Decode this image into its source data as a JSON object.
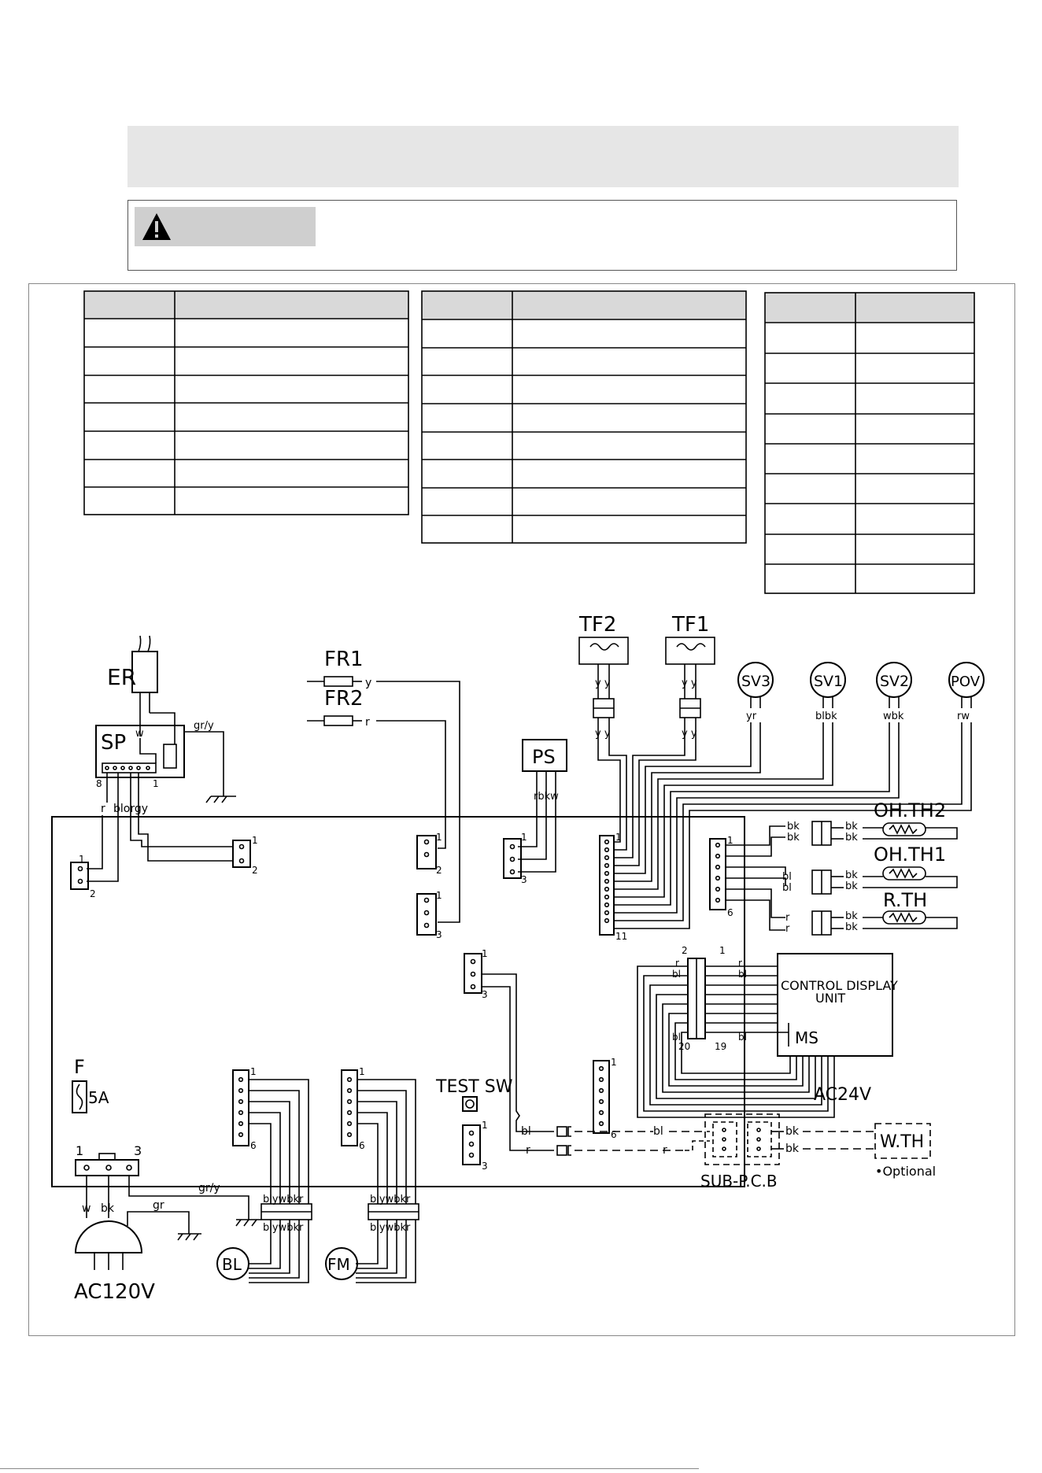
{
  "labels": {
    "ER": "ER",
    "SP": "SP",
    "FR1": "FR1",
    "FR2": "FR2",
    "TF2": "TF2",
    "TF1": "TF1",
    "SV3": "SV3",
    "SV1": "SV1",
    "SV2": "SV2",
    "POV": "POV",
    "PS": "PS",
    "OHTH2": "OH.TH2",
    "OHTH1": "OH.TH1",
    "RTH": "R.TH",
    "CDU1": "CONTROL DISPLAY",
    "CDU2": "UNIT",
    "MS": "MS",
    "F": "F",
    "FUSE": "5A",
    "TESTSW": "TEST SW",
    "AC120V": "AC120V",
    "AC24V": "AC24V",
    "WTH": "W.TH",
    "SUBPCB": "SUB-P.C.B",
    "OPTIONAL": "•Optional",
    "BL": "BL",
    "FM": "FM"
  },
  "wires": {
    "w": "w",
    "bk": "bk",
    "bl": "bl",
    "r": "r",
    "y": "y",
    "or": "or",
    "gy": "gy",
    "gr": "gr",
    "gry": "gr/y",
    "wbk": "wbk",
    "blbk": "blbk",
    "yr": "yr",
    "rw": "rw",
    "rbkw": "rbkw",
    "blorgy": "blorgy",
    "blywbkr": "blywbkr",
    "yy": "y y"
  },
  "pins": {
    "p1": "1",
    "p2": "2",
    "p3": "3",
    "p6": "6",
    "p8": "8",
    "p11": "11",
    "p19": "19",
    "p20": "20"
  },
  "tables": {
    "table1_rows": 7,
    "table2_rows": 8,
    "table3_rows": 9
  }
}
